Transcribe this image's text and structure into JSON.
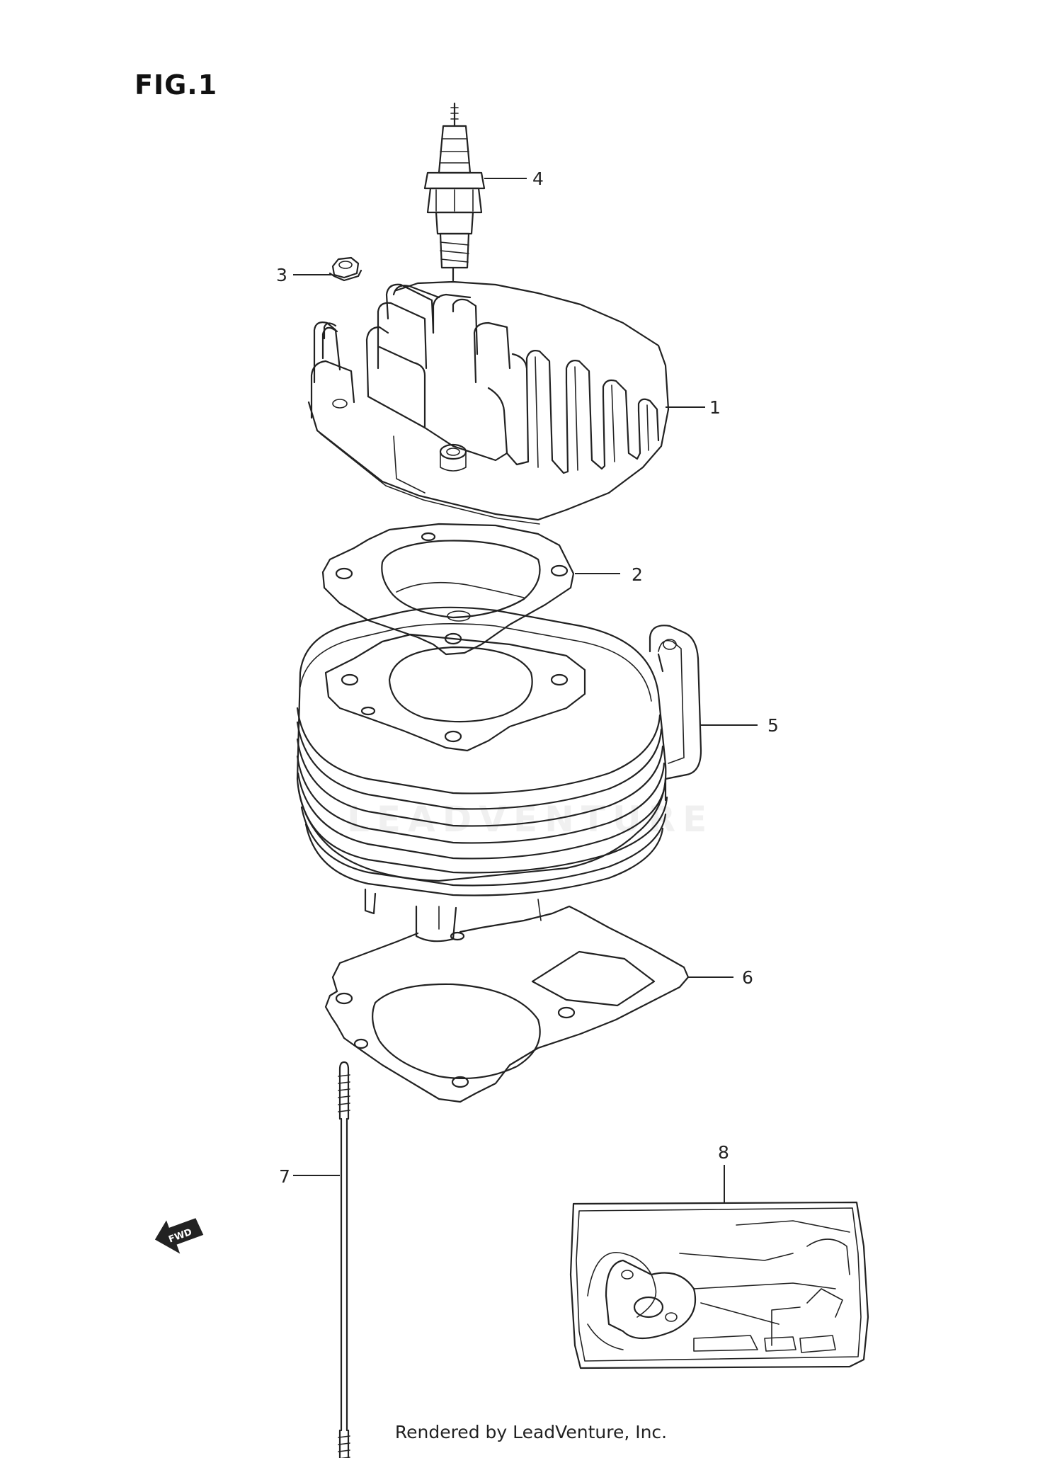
{
  "figure": {
    "title": "FIG.1"
  },
  "watermark": "LEADVENTURE",
  "direction_mark": "FWD",
  "footer": "Rendered by LeadVenture, Inc.",
  "callouts": [
    {
      "id": "1",
      "part": "cylinder-head"
    },
    {
      "id": "2",
      "part": "head-gasket"
    },
    {
      "id": "3",
      "part": "nut"
    },
    {
      "id": "4",
      "part": "spark-plug"
    },
    {
      "id": "5",
      "part": "cylinder"
    },
    {
      "id": "6",
      "part": "base-gasket"
    },
    {
      "id": "7",
      "part": "stud-bolt"
    },
    {
      "id": "8",
      "part": "gasket-set"
    }
  ]
}
